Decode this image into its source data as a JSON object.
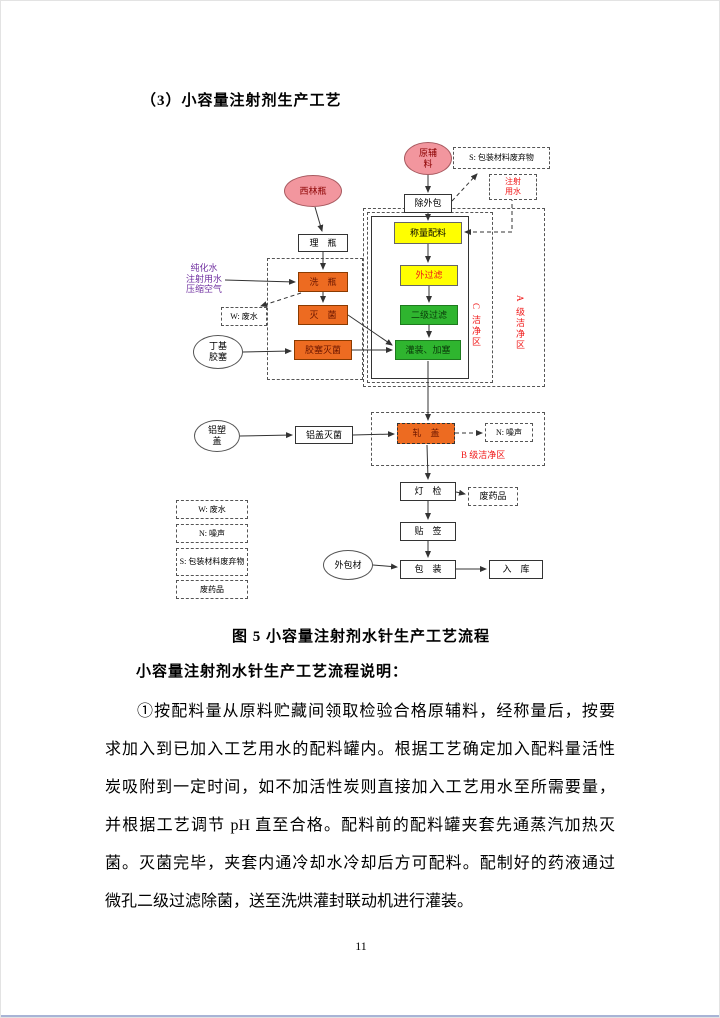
{
  "page": {
    "heading": "（3）小容量注射剂生产工艺",
    "caption": "图 5  小容量注射剂水针生产工艺流程",
    "subheading": "小容量注射剂水针生产工艺流程说明：",
    "paragraph_lines": [
      "①按配料量从原料贮藏间领取检验合格原辅料，经称量后，按要",
      "求加入到已加入工艺用水的配料罐内。根据工艺确定加入配料量活性",
      "炭吸附到一定时间，如不加活性炭则直接加入工艺用水至所需要量，",
      "并根据工艺调节 pH 直至合格。配料前的配料罐夹套先通蒸汽加热灭",
      "菌。灭菌完毕，夹套内通冷却水冷却后方可配料。配制好的药液通过",
      "微孔二级过滤除菌，送至洗烘灌封联动机进行灌装。"
    ],
    "page_number": "11"
  },
  "flowchart": {
    "raw_material": "原辅\n料",
    "packaging_waste": "S: 包装材料废弃物",
    "injection_water": "注射\n用水",
    "remove_outer_pack": "除外包",
    "vial": "西林瓶",
    "arrange_bottle": "理　瓶",
    "weigh_mix": "称量配料",
    "utilities": "纯化水\n注射用水\n压缩空气",
    "wash_bottle": "洗　瓶",
    "pre_filter": "外过滤",
    "waste_water": "W: 废水",
    "sterilize": "灭　菌",
    "second_filter": "二级过滤",
    "zone_c": "C 洁净区",
    "zone_a": "A 级洁净区",
    "rubber_stopper": "丁基\n胶塞",
    "stopper_sterilize": "胶塞灭菌",
    "filling": "灌装、加塞",
    "alu_cap": "铝塑\n盖",
    "cap_sterilize": "铝盖灭菌",
    "capping": "轧　盖",
    "noise": "N: 噪声",
    "zone_b": "B 级洁净区",
    "lamp_inspect": "灯　检",
    "waste_drug": "废药品",
    "labeling": "贴　签",
    "legend_w": "W: 废水",
    "legend_n": "N: 噪声",
    "legend_s": "S: 包装材料废弃物",
    "legend_waste_drug": "废药品",
    "outer_pack_material": "外包材",
    "packing": "包　装",
    "warehouse": "入　库"
  }
}
